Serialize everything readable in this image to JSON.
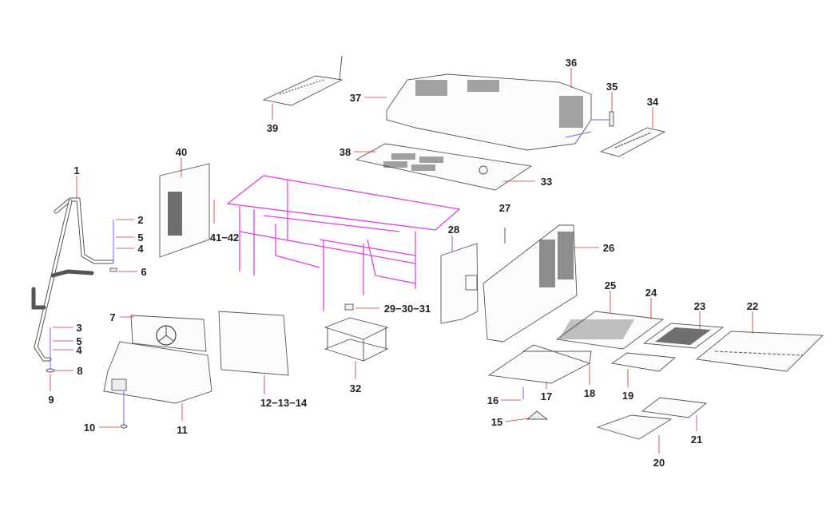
{
  "diagram": {
    "colors": {
      "frame": "#e040e0",
      "leader": "#cc3333",
      "fastener": "#6666ff"
    },
    "callouts": {
      "c1": "1",
      "c2": "2",
      "c5a": "5",
      "c4a": "4",
      "c6": "6",
      "c3": "3",
      "c5b": "5",
      "c4b": "4",
      "c8": "8",
      "c9": "9",
      "c7": "7",
      "c10": "10",
      "c11": "11",
      "c12_14": "12−13−14",
      "c40": "40",
      "c41_42": "41−42",
      "c39": "39",
      "c37": "37",
      "c36": "36",
      "c35": "35",
      "c34": "34",
      "c38": "38",
      "c33": "33",
      "c27": "27",
      "c28": "28",
      "c26": "26",
      "c29_31": "29−30−31",
      "c32": "32",
      "c25": "25",
      "c24": "24",
      "c23": "23",
      "c22": "22",
      "c16": "16",
      "c17": "17",
      "c18": "18",
      "c19": "19",
      "c15": "15",
      "c21": "21",
      "c20": "20"
    }
  }
}
